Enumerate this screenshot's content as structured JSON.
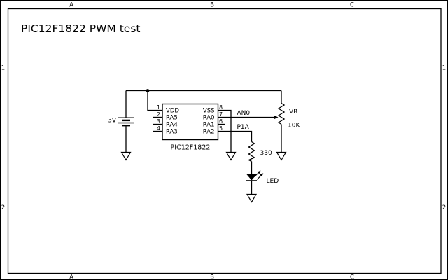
{
  "sheet": {
    "title": "PIC12F1822 PWM test",
    "frame": {
      "columns": [
        "A",
        "B",
        "C"
      ],
      "rows": [
        "1",
        "2"
      ]
    }
  },
  "components": {
    "battery": {
      "value": "3V"
    },
    "ic": {
      "name": "PIC12F1822",
      "pins_left": [
        {
          "num": "1",
          "name": "VDD"
        },
        {
          "num": "2",
          "name": "RA5"
        },
        {
          "num": "3",
          "name": "RA4"
        },
        {
          "num": "4",
          "name": "RA3"
        }
      ],
      "pins_right": [
        {
          "num": "8",
          "name": "VSS"
        },
        {
          "num": "7",
          "name": "RA0"
        },
        {
          "num": "6",
          "name": "RA1"
        },
        {
          "num": "5",
          "name": "RA2"
        }
      ]
    },
    "potentiometer": {
      "ref": "VR",
      "value": "10K"
    },
    "resistor": {
      "value": "330"
    },
    "led": {
      "label": "LED"
    }
  },
  "nets": {
    "an0": "AN0",
    "p1a": "P1A"
  },
  "colors": {
    "ink": "#000000",
    "paper": "#ffffff"
  }
}
